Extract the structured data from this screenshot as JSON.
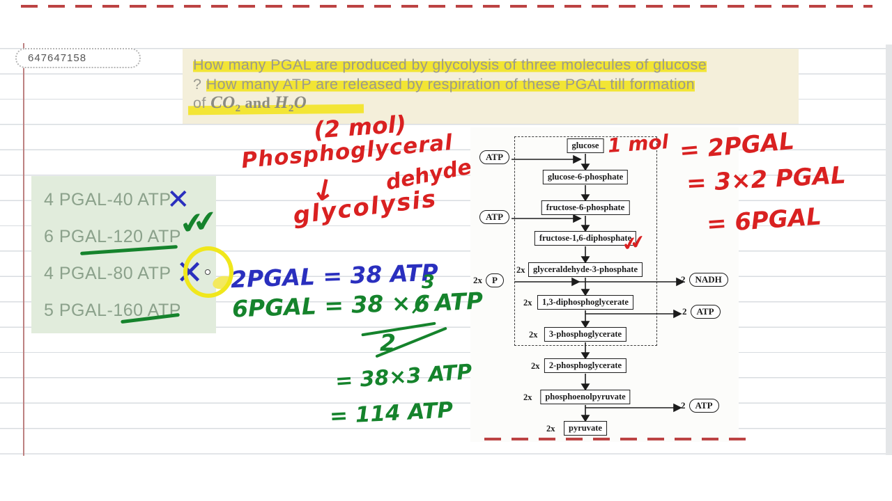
{
  "colors": {
    "red_pen": "#d92121",
    "blue_pen": "#2a2fbe",
    "green_pen": "#15832c",
    "highlighter": "#f2e317",
    "question_bg": "#f4efda",
    "question_text": "#9a998f",
    "options_bg": "#e1ecdc",
    "options_text": "#8ba18b",
    "margin_line": "#bd8181",
    "ruled_line": "#d8dce0",
    "cursor_ring": "#f0e71c",
    "diagram_ink": "#1c1c1c"
  },
  "id_box": {
    "value": "647647158"
  },
  "question": {
    "line1": "How many PGAL are produced by glycolysis of three molecules of glucose",
    "line2_prefix": "? ",
    "line2": "How many ATP are released by respiration of these PGAL till formation",
    "line3_of": "of ",
    "co2_base": "CO",
    "co2_sub": "2",
    "line3_and": " and ",
    "h2o_h": "H",
    "h2o_sub": "2",
    "h2o_o": "O"
  },
  "options": [
    {
      "label": "4 PGAL-40 ATP"
    },
    {
      "label": "6 PGAL-120 ATP"
    },
    {
      "label": "4 PGAL-80 ATP"
    },
    {
      "label": "5 PGAL-160 ATP"
    }
  ],
  "handwriting": {
    "red": {
      "mol": "(2 mol)",
      "word1": "Phosphoglyceral",
      "word2": "dehyde",
      "down_arrow": "↓",
      "word3": "glycolysis",
      "one_mol": "1 mol",
      "eq1": "= 2PGAL",
      "eq2": "= 3×2 PGAL",
      "eq3": "= 6PGAL",
      "ticks": "✔✔"
    },
    "blue": {
      "cross1": "✕",
      "cross2": "✕",
      "eq": "2PGAL = 38 ATP"
    },
    "green": {
      "ticks": "✔✔",
      "eq1_pre": "6PGAL = 38 ×",
      "eq1_cancelled": "6",
      "eq1_sup": "3",
      "eq1_unit": "ATP",
      "eq1_denominator": "2",
      "eq2": "= 38×3 ATP",
      "eq3": "= 114 ATP"
    }
  },
  "diagram": {
    "nodes": [
      {
        "prefix": "",
        "label": "glucose"
      },
      {
        "prefix": "",
        "label": "glucose-6-phosphate"
      },
      {
        "prefix": "",
        "label": "fructose-6-phosphate"
      },
      {
        "prefix": "",
        "label": "fructose-1,6-diphosphate"
      },
      {
        "prefix": "2x",
        "label": "glyceraldehyde-3-phosphate"
      },
      {
        "prefix": "2x",
        "label": "1,3-diphosphoglycerate"
      },
      {
        "prefix": "2x",
        "label": "3-phosphoglycerate"
      },
      {
        "prefix": "2x",
        "label": "2-phosphoglycerate"
      },
      {
        "prefix": "2x",
        "label": "phosphoenolpyruvate"
      },
      {
        "prefix": "2x",
        "label": "pyruvate"
      }
    ],
    "left_cofactors": [
      {
        "prefix": "",
        "label": "ATP"
      },
      {
        "prefix": "",
        "label": "ATP"
      },
      {
        "prefix": "2x",
        "label": "P"
      }
    ],
    "right_products": [
      {
        "count": "2",
        "label": "NADH"
      },
      {
        "count": "2",
        "label": "ATP"
      },
      {
        "count": "2",
        "label": "ATP"
      }
    ]
  }
}
